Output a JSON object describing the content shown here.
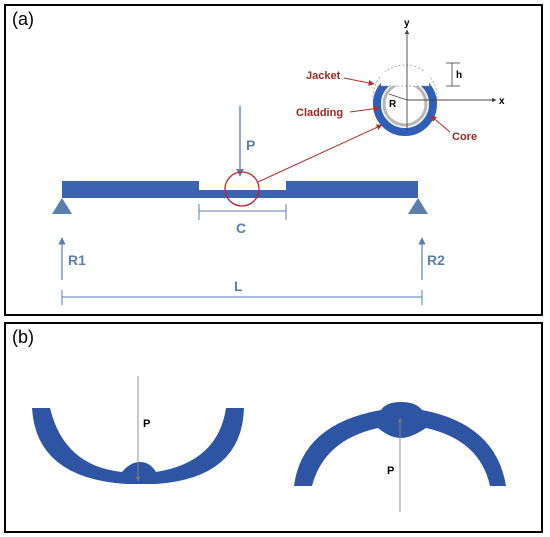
{
  "panel_a": {
    "label": "(a)",
    "labels": {
      "load": "P",
      "span": "C",
      "left_reaction": "R1",
      "right_reaction": "R2",
      "length": "L",
      "x_axis": "x",
      "y_axis": "y",
      "height": "h",
      "radius": "R",
      "jacket": "Jacket",
      "cladding": "Cladding",
      "core": "Core"
    }
  },
  "panel_b": {
    "label": "(b)",
    "left_load": "P",
    "right_load": "P"
  },
  "colors": {
    "beam": "#3b63b0",
    "annotation_red": "#a02626",
    "label_blue": "#5b7fae"
  }
}
